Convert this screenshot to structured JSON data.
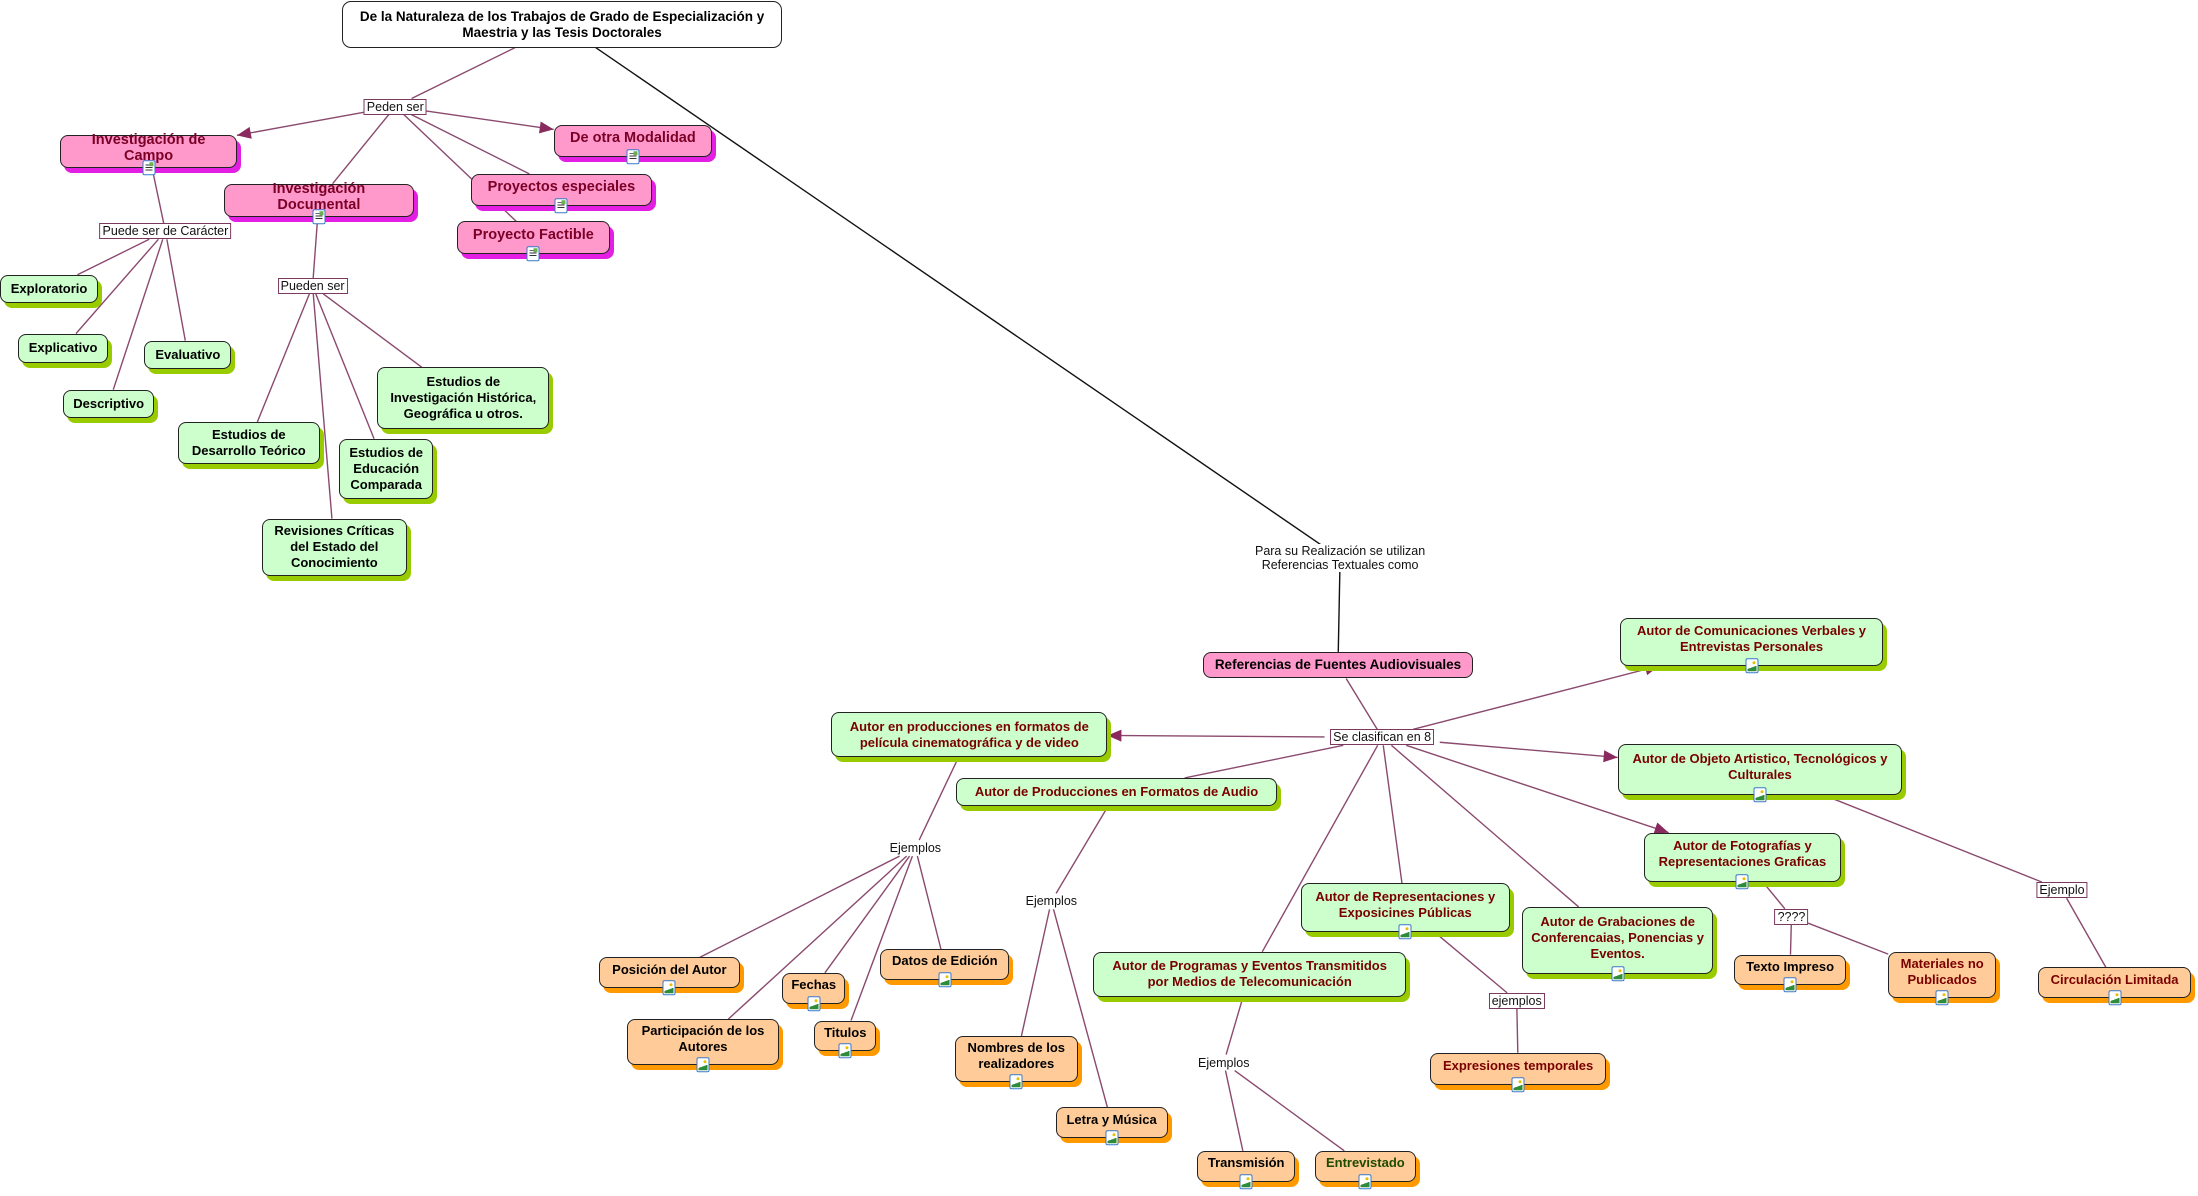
{
  "colors": {
    "edge": "#8a4a6e",
    "edge_black": "#111111",
    "pink": "#ff99cc",
    "green": "#ccffcc",
    "orange": "#ffcc99"
  },
  "nodes": [
    {
      "id": "root",
      "text": "De la Naturaleza de los Trabajos de Grado de Especialización y Maestria y las Tesis Doctorales",
      "style": "root",
      "icon": ""
    },
    {
      "id": "campo",
      "text": "Investigación de Campo",
      "style": "pink",
      "icon": "document-icon"
    },
    {
      "id": "modalidad",
      "text": "De otra Modalidad",
      "style": "pink",
      "icon": "document-icon"
    },
    {
      "id": "especiales",
      "text": "Proyectos especiales",
      "style": "pink",
      "icon": "document-icon"
    },
    {
      "id": "documental",
      "text": "Investigación Documental",
      "style": "pink",
      "icon": "document-icon"
    },
    {
      "id": "factible",
      "text": "Proyecto Factible",
      "style": "pink",
      "icon": "document-icon"
    },
    {
      "id": "exploratorio",
      "text": "Exploratorio",
      "style": "green",
      "icon": ""
    },
    {
      "id": "explicativo",
      "text": "Explicativo",
      "style": "green",
      "icon": ""
    },
    {
      "id": "evaluativo",
      "text": "Evaluativo",
      "style": "green",
      "icon": ""
    },
    {
      "id": "descriptivo",
      "text": "Descriptivo",
      "style": "green",
      "icon": ""
    },
    {
      "id": "historica",
      "text": "Estudios de Investigación Histórica, Geográfica u otros.",
      "style": "green",
      "icon": ""
    },
    {
      "id": "teorico",
      "text": "Estudios de Desarrollo Teórico",
      "style": "green",
      "icon": ""
    },
    {
      "id": "comparada",
      "text": "Estudios de Educación Comparada",
      "style": "green",
      "icon": ""
    },
    {
      "id": "revisiones",
      "text": "Revisiones Críticas del Estado del Conocimiento",
      "style": "green",
      "icon": ""
    },
    {
      "id": "refs",
      "text": "Referencias de Fuentes Audiovisuales",
      "style": "pinkplain",
      "icon": ""
    },
    {
      "id": "comunic",
      "text": "Autor de Comunicaciones Verbales y Entrevistas Personales",
      "style": "greenau",
      "icon": "picture-icon"
    },
    {
      "id": "cine",
      "text": "Autor en producciones en formatos de película cinematográfica y de video",
      "style": "greenau",
      "icon": ""
    },
    {
      "id": "objeto",
      "text": "Autor de Objeto Artistico, Tecnológicos y Culturales",
      "style": "greenau",
      "icon": "picture-icon"
    },
    {
      "id": "audio",
      "text": "Autor de Producciones en Formatos de Audio",
      "style": "greenau",
      "icon": ""
    },
    {
      "id": "foto",
      "text": "Autor de Fotografías y Representaciones Graficas",
      "style": "greenau",
      "icon": "picture-icon"
    },
    {
      "id": "repres",
      "text": "Autor de Representaciones y Exposicines Públicas",
      "style": "greenau",
      "icon": "picture-icon"
    },
    {
      "id": "grabac",
      "text": "Autor de Grabaciones de Conferencaias, Ponencias y Eventos.",
      "style": "greenau",
      "icon": "picture-icon"
    },
    {
      "id": "programas",
      "text": "Autor de Programas y Eventos Transmitidos por Medios de Telecomunicación",
      "style": "greenau",
      "icon": ""
    },
    {
      "id": "posicion",
      "text": "Posición del Autor",
      "style": "orange",
      "icon": "picture-icon"
    },
    {
      "id": "fechas",
      "text": "Fechas",
      "style": "orange",
      "icon": "picture-icon"
    },
    {
      "id": "datos",
      "text": "Datos de Edición",
      "style": "orange",
      "icon": "picture-icon"
    },
    {
      "id": "particip",
      "text": "Participación de los Autores",
      "style": "orange",
      "icon": "picture-icon"
    },
    {
      "id": "titulos",
      "text": "Titulos",
      "style": "orange",
      "icon": "picture-icon"
    },
    {
      "id": "nombres",
      "text": "Nombres de los realizadores",
      "style": "orange",
      "icon": "picture-icon"
    },
    {
      "id": "letra",
      "text": "Letra y Música",
      "style": "orange",
      "icon": "picture-icon"
    },
    {
      "id": "transm",
      "text": "Transmisión",
      "style": "orange",
      "icon": "picture-icon"
    },
    {
      "id": "entrev",
      "text": "Entrevistado",
      "style": "orangegr",
      "icon": "picture-icon"
    },
    {
      "id": "expres",
      "text": "Expresiones temporales",
      "style": "orangeau",
      "icon": "picture-icon"
    },
    {
      "id": "texto",
      "text": "Texto Impreso",
      "style": "orange",
      "icon": "picture-icon"
    },
    {
      "id": "materiales",
      "text": "Materiales no Publicados",
      "style": "orangeau",
      "icon": "picture-icon"
    },
    {
      "id": "circ",
      "text": "Circulación Limitada",
      "style": "orangeau",
      "icon": "picture-icon"
    }
  ],
  "links": [
    {
      "id": "peden",
      "text": "Peden ser",
      "boxed": true
    },
    {
      "id": "caracter",
      "text": "Puede ser de Carácter",
      "boxed": true
    },
    {
      "id": "pueden",
      "text": "Pueden ser",
      "boxed": true
    },
    {
      "id": "para",
      "text": "Para su Realización se utilizan\nReferencias Textuales como",
      "boxed": false
    },
    {
      "id": "clasif",
      "text": "Se clasifican en 8",
      "boxed": true
    },
    {
      "id": "ej1",
      "text": "Ejemplos",
      "boxed": false
    },
    {
      "id": "ej2",
      "text": "Ejemplos",
      "boxed": false
    },
    {
      "id": "ej3",
      "text": "Ejemplos",
      "boxed": false
    },
    {
      "id": "ej4",
      "text": "ejemplos",
      "boxed": true
    },
    {
      "id": "q",
      "text": "????",
      "boxed": true
    },
    {
      "id": "ejemplo",
      "text": "Ejemplo",
      "boxed": true
    }
  ],
  "edges": [
    [
      "root",
      "peden",
      0,
      0
    ],
    [
      "peden",
      "campo",
      1,
      0
    ],
    [
      "peden",
      "modalidad",
      1,
      0
    ],
    [
      "peden",
      "especiales",
      0,
      0
    ],
    [
      "peden",
      "documental",
      0,
      0
    ],
    [
      "peden",
      "factible",
      0,
      0
    ],
    [
      "campo",
      "caracter",
      0,
      0
    ],
    [
      "caracter",
      "exploratorio",
      0,
      0
    ],
    [
      "caracter",
      "explicativo",
      0,
      0
    ],
    [
      "caracter",
      "evaluativo",
      0,
      0
    ],
    [
      "caracter",
      "descriptivo",
      0,
      0
    ],
    [
      "documental",
      "pueden",
      0,
      0
    ],
    [
      "pueden",
      "historica",
      0,
      0
    ],
    [
      "pueden",
      "teorico",
      0,
      0
    ],
    [
      "pueden",
      "comparada",
      0,
      0
    ],
    [
      "pueden",
      "revisiones",
      0,
      0
    ],
    [
      "root",
      "para",
      0,
      1
    ],
    [
      "para",
      "refs",
      0,
      1
    ],
    [
      "refs",
      "clasif",
      0,
      0
    ],
    [
      "clasif",
      "cine",
      1,
      0
    ],
    [
      "clasif",
      "comunic",
      1,
      0
    ],
    [
      "clasif",
      "objeto",
      1,
      0
    ],
    [
      "clasif",
      "foto",
      1,
      0
    ],
    [
      "clasif",
      "audio",
      0,
      0
    ],
    [
      "clasif",
      "repres",
      0,
      0
    ],
    [
      "clasif",
      "grabac",
      0,
      0
    ],
    [
      "clasif",
      "programas",
      0,
      0
    ],
    [
      "cine",
      "ej1",
      0,
      0
    ],
    [
      "ej1",
      "posicion",
      0,
      0
    ],
    [
      "ej1",
      "fechas",
      0,
      0
    ],
    [
      "ej1",
      "datos",
      0,
      0
    ],
    [
      "ej1",
      "particip",
      0,
      0
    ],
    [
      "ej1",
      "titulos",
      0,
      0
    ],
    [
      "audio",
      "ej2",
      0,
      0
    ],
    [
      "ej2",
      "nombres",
      0,
      0
    ],
    [
      "ej2",
      "letra",
      0,
      0
    ],
    [
      "programas",
      "ej3",
      0,
      0
    ],
    [
      "ej3",
      "transm",
      0,
      0
    ],
    [
      "ej3",
      "entrev",
      0,
      0
    ],
    [
      "repres",
      "ej4",
      0,
      0
    ],
    [
      "ej4",
      "expres",
      0,
      0
    ],
    [
      "foto",
      "q",
      0,
      0
    ],
    [
      "q",
      "texto",
      0,
      0
    ],
    [
      "q",
      "materiales",
      0,
      0
    ],
    [
      "objeto",
      "ejemplo",
      0,
      0
    ],
    [
      "ejemplo",
      "circ",
      0,
      0
    ]
  ]
}
